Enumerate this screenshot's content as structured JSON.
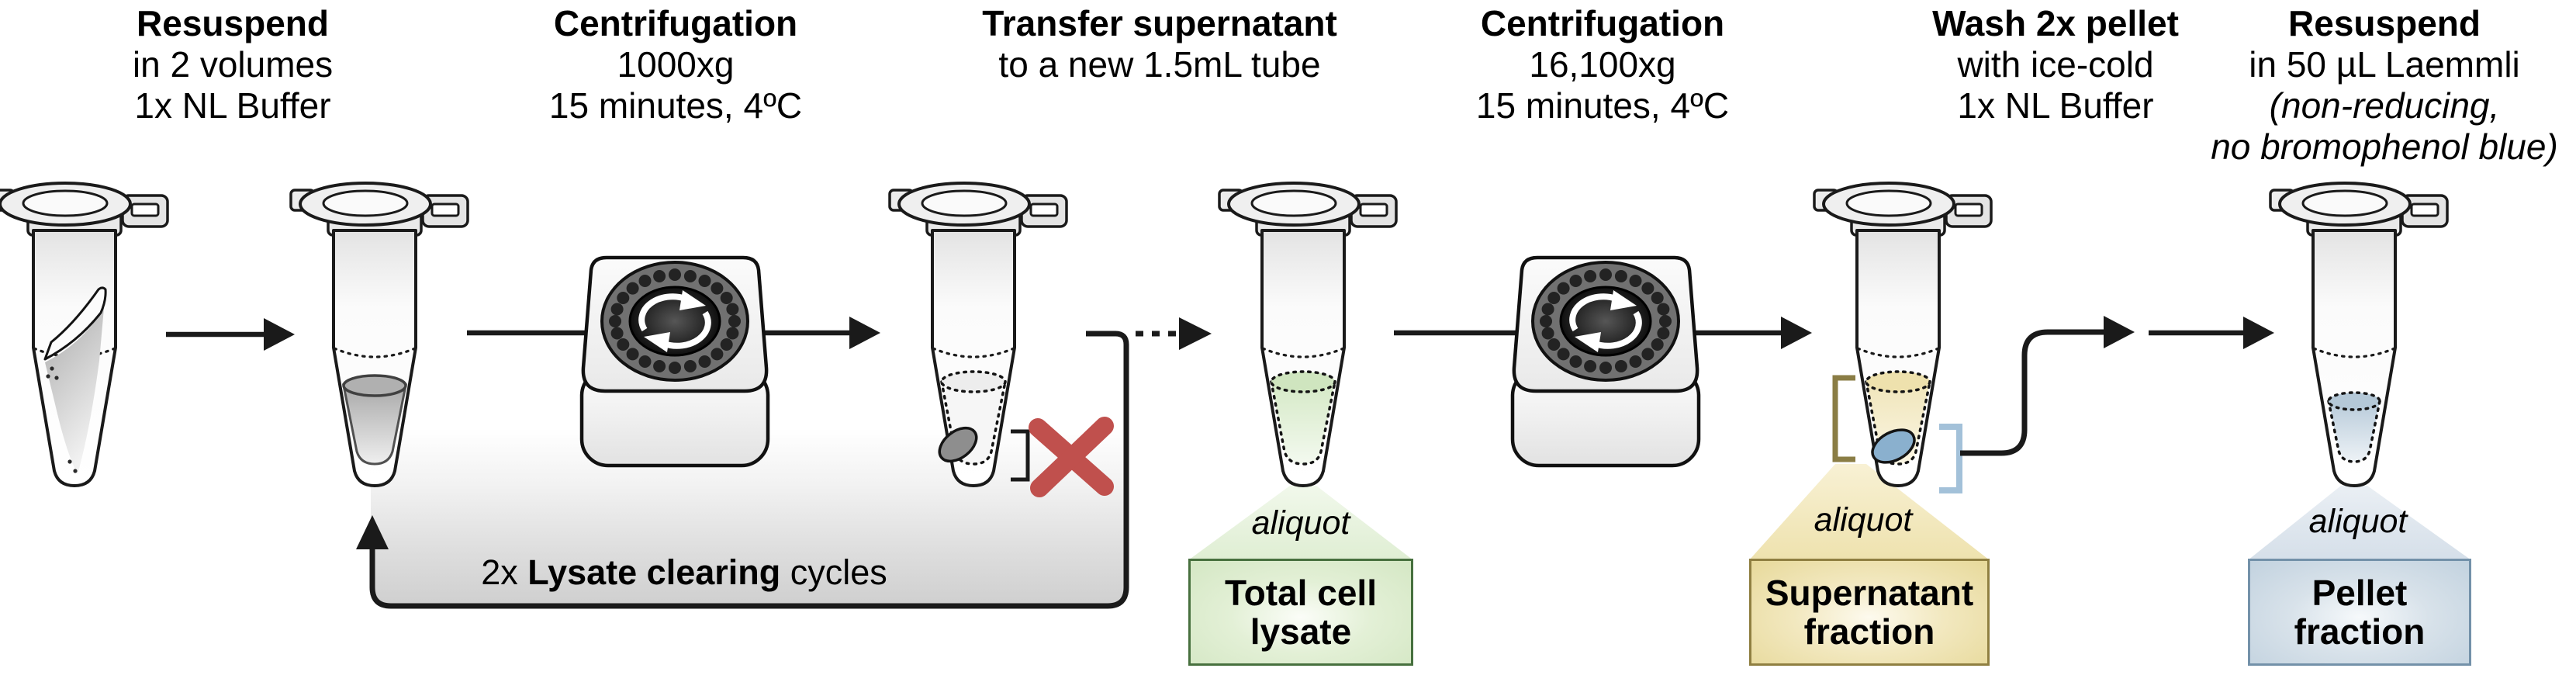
{
  "steps": [
    {
      "title": "Resuspend",
      "line1": "in 2 volumes",
      "line2": "1x NL Buffer"
    },
    {
      "title": "Centrifugation",
      "line1": "1000xg",
      "line2": "15 minutes, 4ºC"
    },
    {
      "title": "Transfer supernatant",
      "line1": "to a new 1.5mL tube"
    },
    {
      "title": "Centrifugation",
      "line1": "16,100xg",
      "line2": "15 minutes, 4ºC"
    },
    {
      "title": "Wash 2x pellet",
      "line1": "with ice-cold",
      "line2": "1x NL Buffer"
    },
    {
      "title": "Resuspend",
      "line1": "in 50 µL Laemmli",
      "line2_italic": "(non-reducing,",
      "line3_italic": "no bromophenol blue)"
    }
  ],
  "loop": {
    "prefix": "2x ",
    "bold": "Lysate clearing",
    "suffix": " cycles"
  },
  "aliquots": [
    {
      "tag": "aliquot",
      "line1": "Total cell",
      "line2": "lysate"
    },
    {
      "tag": "aliquot",
      "line1": "Supernatant",
      "line2": "fraction"
    },
    {
      "tag": "aliquot",
      "line1": "Pellet",
      "line2": "fraction"
    }
  ],
  "icons": {
    "tube": "microcentrifuge-tube-icon",
    "centrifuge": "centrifuge-icon",
    "discard": "discard-x-icon",
    "loop_arrow": "loop-arrow-icon"
  },
  "colors": {
    "outline": "#1a1a1a",
    "red_x": "#c0504d",
    "lysate_green_fill": "#d4e7c4",
    "lysate_green_border": "#47703e",
    "supernatant_yellow_fill": "#e7d99a",
    "supernatant_yellow_border": "#8f7f41",
    "pellet_blue_fill": "#c2d2df",
    "pellet_blue_border": "#7391a9",
    "supernatant_bracket_olive": "#8a7d45",
    "pellet_bracket_blue": "#a3c1d9",
    "pellet_blob_blue": "#8ab0ce",
    "resuspended_liquid_gray": "#b0b0b0"
  }
}
